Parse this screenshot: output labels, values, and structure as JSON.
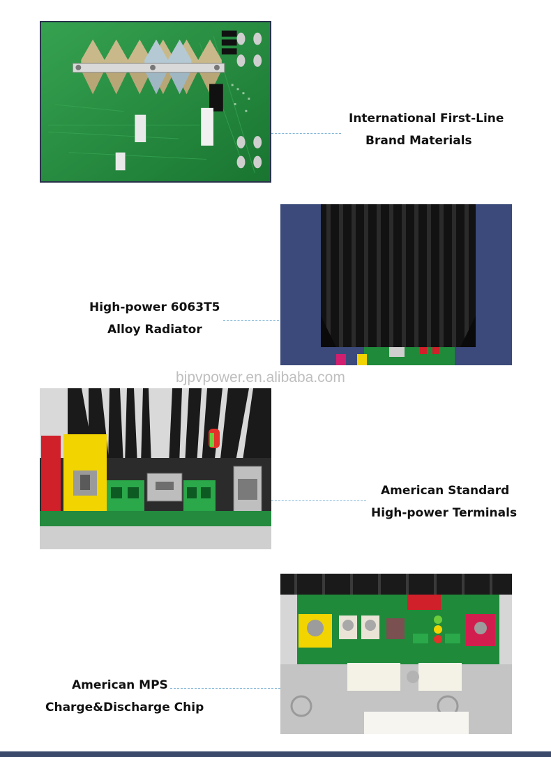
{
  "watermark": "bjpvpower.en.alibaba.com",
  "features": [
    {
      "line1": "International First-Line",
      "line2": "Brand Materials"
    },
    {
      "line1": "High-power 6063T5",
      "line2": "Alloy Radiator"
    },
    {
      "line1": "American Standard",
      "line2": "High-power Terminals"
    },
    {
      "line1": "American MPS",
      "line2": "Charge&Discharge Chip"
    }
  ],
  "colors": {
    "pcb_green": "#1f8a3a",
    "heatsink_black": "#161616",
    "backdrop_blue": "#3b4a7a",
    "terminal_red": "#d0202a",
    "terminal_yellow": "#f2d400",
    "leader_line": "#7fb4d6",
    "bottom_bar": "#3b4a6b"
  }
}
